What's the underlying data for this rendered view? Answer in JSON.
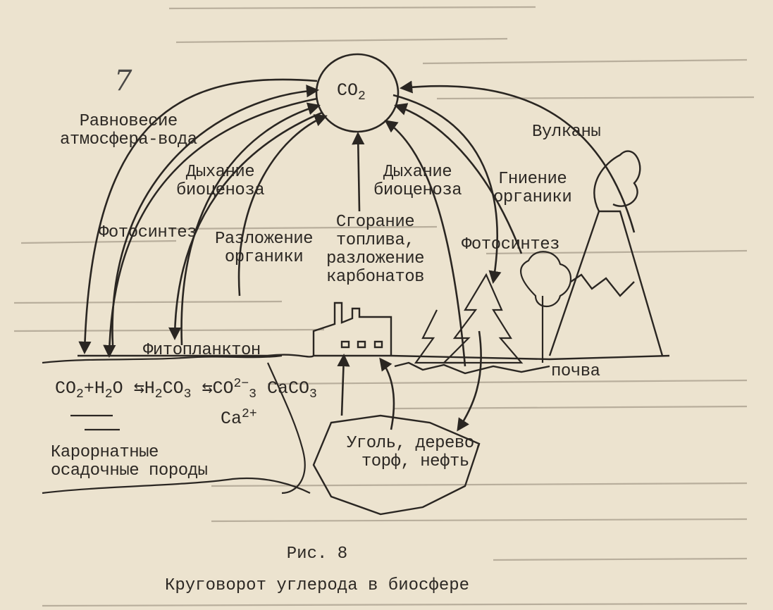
{
  "page_number_mark": "7",
  "co2_label": {
    "base": "CO",
    "sub": "2"
  },
  "labels": {
    "equilibrium": "Равновесие\nатмосфера-вода",
    "volcanoes": "Вулканы",
    "respiration_left": "Дыхание\nбиоценоза",
    "respiration_right": "Дыхание\nбиоценоза",
    "decay": "Гниение\nорганики",
    "photosynthesis_left": "Фотосинтез",
    "decomposition": "Разложение\nорганики",
    "combustion": "Сгорание\nтоплива,\nразложение\nкарбонатов",
    "photosynthesis_right": "Фотосинтез",
    "phytoplankton": "Фитопланктон",
    "soil": "почва",
    "fossil_fuels": "Уголь, дерево,\nторф, нефть",
    "carbonate_rocks": "Карорнатные\nосадочные породы"
  },
  "equation": {
    "co2": "CO",
    "co2_sub": "2",
    "plus": "+",
    "h2o": "H",
    "h2o_sub": "2",
    "h2o_o": "O",
    "arrow1": "⇆",
    "h2co3_h": "H",
    "h2co3_sub": "2",
    "h2co3_co": "CO",
    "h2co3_sub2": "3",
    "arrow2": "⇆",
    "co3": "CO",
    "co3_sup": "2−",
    "co3_sub": "3",
    "caco3": "CaCO",
    "caco3_sub": "3",
    "ca": "Ca",
    "ca_sup": "2+"
  },
  "caption": {
    "figure": "Рис. 8",
    "title": "Круговорот углерода в биосфере"
  }
}
